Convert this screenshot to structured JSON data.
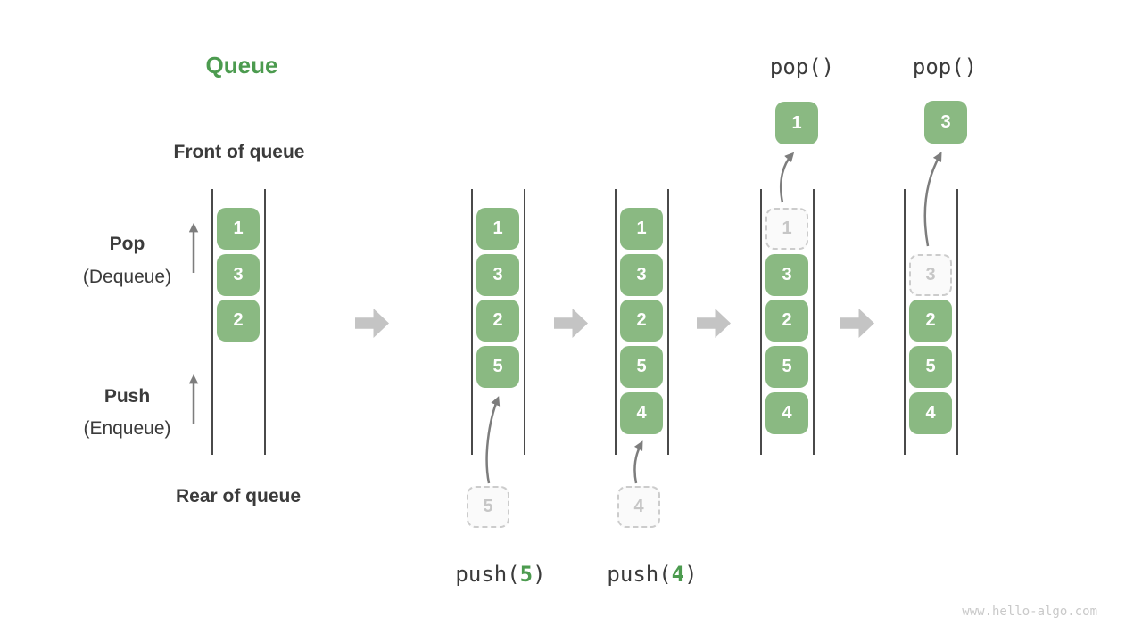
{
  "page": {
    "title": "Queue",
    "watermark": "www.hello-algo.com"
  },
  "side_labels": {
    "front": "Front of queue",
    "rear": "Rear of queue",
    "pop": "Pop",
    "pop_sub": "(Dequeue)",
    "push": "Push",
    "push_sub": "(Enqueue)"
  },
  "ops": {
    "push1": {
      "fn": "push(",
      "arg": "5",
      "close": ")"
    },
    "push2": {
      "fn": "push(",
      "arg": "4",
      "close": ")"
    },
    "pop1": {
      "label": "pop()"
    },
    "pop2": {
      "label": "pop()"
    }
  },
  "columns": {
    "c1": {
      "cells": [
        "1",
        "3",
        "2"
      ]
    },
    "c2": {
      "cells": [
        "1",
        "3",
        "2",
        "5"
      ],
      "incoming_value": "5"
    },
    "c3": {
      "cells": [
        "1",
        "3",
        "2",
        "5",
        "4"
      ],
      "incoming_value": "4"
    },
    "c4": {
      "ghost_value": "1",
      "cells": [
        "3",
        "2",
        "5",
        "4"
      ],
      "popped_value": "1"
    },
    "c5": {
      "ghost_value": "3",
      "cells": [
        "2",
        "5",
        "4"
      ],
      "popped_value": "3"
    }
  },
  "colors": {
    "accent_green": "#4c9b4f",
    "box_green": "#8ab982",
    "dark_text": "#3b3b3b",
    "wall": "#4a4a4a",
    "thin_arrow": "#7d7d7d",
    "block_arrow": "#c4c4c4",
    "dashed_border": "#cccccc",
    "dashed_text": "#c6c6c6",
    "dashed_bg": "#fafafa",
    "watermark": "#c9c9c9"
  }
}
